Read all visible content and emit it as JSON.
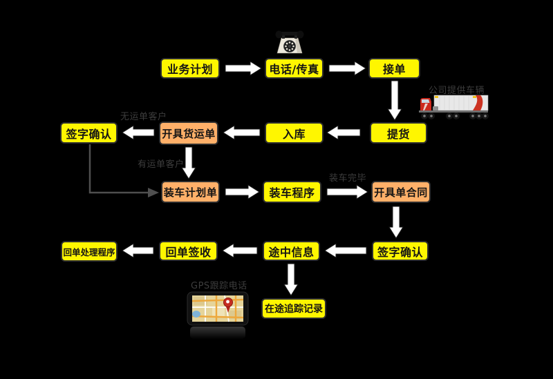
{
  "colors": {
    "background": "#000000",
    "node_yellow": "#FFF600",
    "node_orange": "#FFB069",
    "node_border": "#2E2E2E",
    "node_text": "#141414",
    "arrow_white": "#FFFFFF",
    "connector_gray": "#4F4F4F",
    "label_gray": "#3D3D3D"
  },
  "nodes": {
    "business_plan": "业务计划",
    "phone_fax": "电话/传真",
    "receive_order": "接单",
    "pickup": "提货",
    "warehouse_in": "入库",
    "issue_waybill": "开具货运单",
    "sign_confirm_left": "签字确认",
    "load_plan": "装车计划单",
    "load_procedure": "装车程序",
    "issue_contract": "开具单合同",
    "sign_confirm_right": "签字确认",
    "midway_info": "途中信息",
    "receipt_sign": "回单签收",
    "receipt_process": "回单处理程序",
    "transit_record": "在途追踪记录"
  },
  "labels": {
    "no_waybill_customer": "无运单客户",
    "has_waybill_customer": "有运单客户",
    "load_complete": "装车完毕",
    "company_vehicle": "公司提供车辆",
    "gps_tracking_phone": "GPS跟踪电话"
  },
  "icons": {
    "telephone": "telephone-icon",
    "truck": "truck-image",
    "gps_device": "gps-navigator-image"
  }
}
